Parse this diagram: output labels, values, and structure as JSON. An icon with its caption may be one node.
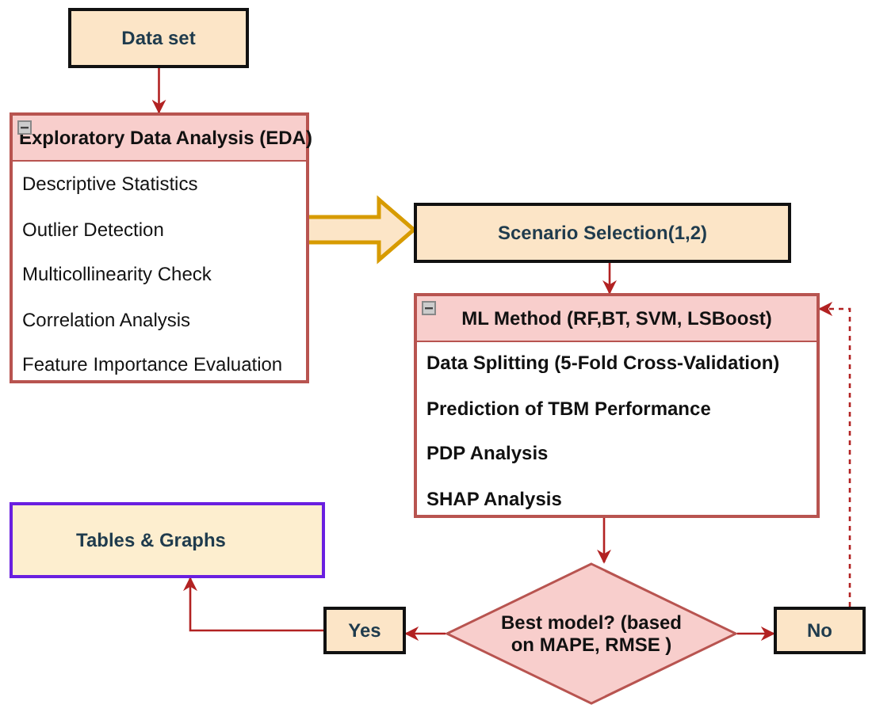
{
  "diagram": {
    "nodes": [
      {
        "text": [
          "Data set"
        ]
      },
      {
        "text": [
          "Exploratory Data Analysis (EDA)",
          "Descriptive Statistics",
          "Outlier Detection",
          "Multicollinearity Check",
          "Correlation Analysis",
          "Feature Importance Evaluation"
        ]
      },
      {
        "text": [
          "Scenario Selection(1,2)"
        ]
      },
      {
        "text": [
          "ML Method (RF,BT, SVM, LSBoost)",
          "Data Splitting (5-Fold Cross-Validation)",
          "Prediction of TBM Performance",
          "PDP Analysis",
          "SHAP Analysis"
        ]
      },
      {
        "text": [
          "Tables & Graphs"
        ]
      },
      {
        "text": [
          "Yes"
        ]
      },
      {
        "text": [
          "Best model? (based on MAPE, RMSE )"
        ]
      },
      {
        "text": [
          "No"
        ]
      }
    ],
    "edges": [
      {
        "from": 0,
        "to": 1,
        "arrow": "to"
      },
      {
        "from": 1,
        "to": 2,
        "arrow": "to",
        "style": "thick",
        "color": "#d79b00"
      },
      {
        "from": 2,
        "to": 3,
        "arrow": "to"
      },
      {
        "from": 3,
        "to": 6,
        "arrow": "to"
      },
      {
        "from": 6,
        "to": 5,
        "arrow": "to"
      },
      {
        "from": 5,
        "to": 4,
        "arrow": "to"
      },
      {
        "from": 6,
        "to": 7,
        "arrow": "to"
      },
      {
        "from": 7,
        "to": 3,
        "arrow": "to",
        "style": "dashed"
      }
    ]
  }
}
